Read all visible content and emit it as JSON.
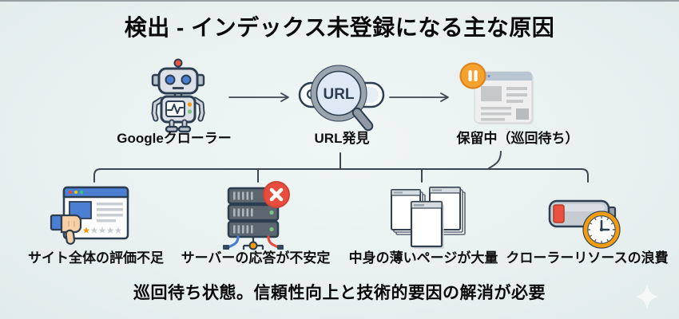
{
  "title": "検出 - インデックス未登録になる主な原因",
  "flow": {
    "steps": [
      {
        "label": "Googleクローラー",
        "icon": "robot-icon"
      },
      {
        "label": "URL発見",
        "icon": "url-magnifier-icon",
        "magnifier_text": "URL"
      },
      {
        "label": "保留中（巡回待ち）",
        "icon": "paused-page-icon"
      }
    ]
  },
  "causes": [
    {
      "label": "サイト全体の評価不足",
      "icon": "thumbs-down-browser-icon"
    },
    {
      "label": "サーバーの応答が不安定",
      "icon": "server-error-icon"
    },
    {
      "label": "中身の薄いページが大量",
      "icon": "thin-pages-icon"
    },
    {
      "label": "クローラーリソースの浪費",
      "icon": "battery-clock-icon"
    }
  ],
  "footer": "巡回待ち状態。信頼性向上と技術的要因の解消が必要",
  "colors": {
    "background": "#eaf2f2",
    "text": "#0a0a0a",
    "connector": "#3c4650",
    "outline_navy": "#2c3e50",
    "accent_orange": "#f39c12",
    "error_red": "#e74c3c",
    "link_blue": "#4a7fd4",
    "ok_green": "#7bc67e",
    "skin": "#f6cfa4"
  }
}
